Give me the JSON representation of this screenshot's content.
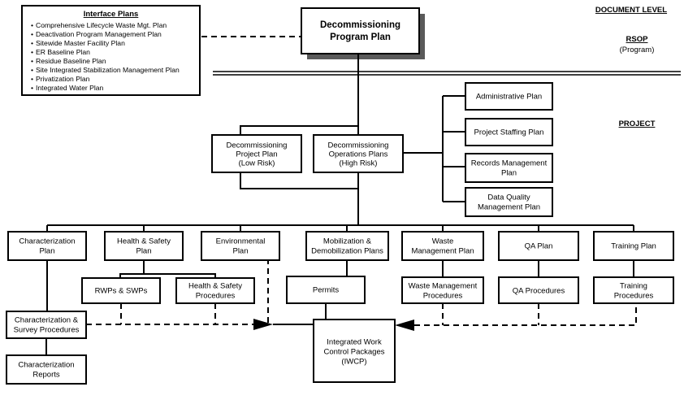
{
  "diagram": {
    "title": "Decommissioning Program Plan Hierarchy",
    "background": "#ffffff",
    "line_color": "#000000",
    "shadow_color": "#5a5a5a"
  },
  "interface_panel": {
    "heading": "Interface Plans",
    "bullet_glyph": "•",
    "items": [
      "Comprehensive Lifecycle Waste Mgt. Plan",
      "Deactivation Program Management Plan",
      "Sitewide Master Facility Plan",
      "ER Baseline Plan",
      "Residue Baseline Plan",
      "Site Integrated Stabilization Management Plan",
      "Privatization Plan",
      "Integrated Water Plan"
    ]
  },
  "level_labels": {
    "document_level": "DOCUMENT LEVEL",
    "rsop": "RSOP",
    "rsop_sub": "(Program)",
    "project": "PROJECT"
  },
  "nodes": {
    "program_plan": {
      "line1": "Decommissioning",
      "line2": "Program Plan"
    },
    "project_plan": {
      "line1": "Decommissioning",
      "line2": "Project Plan",
      "line3": "(Low Risk)"
    },
    "operations_plans": {
      "line1": "Decommissioning",
      "line2": "Operations Plans",
      "line3": "(High Risk)"
    },
    "administrative_plan": {
      "line1": "Administrative Plan"
    },
    "project_staffing_plan": {
      "line1": "Project Staffing Plan"
    },
    "records_management_plan": {
      "line1": "Records Management",
      "line2": "Plan"
    },
    "data_quality_plan": {
      "line1": "Data Quality",
      "line2": "Management Plan"
    },
    "characterization_plan": {
      "line1": "Characterization",
      "line2": "Plan"
    },
    "health_safety_plan": {
      "line1": "Health & Safety",
      "line2": "Plan"
    },
    "environmental_plan": {
      "line1": "Environmental",
      "line2": "Plan"
    },
    "mobilization_plans": {
      "line1": "Mobilization &",
      "line2": "Demobilization Plans"
    },
    "waste_management_plan": {
      "line1": "Waste",
      "line2": "Management Plan"
    },
    "qa_plan": {
      "line1": "QA Plan"
    },
    "training_plan": {
      "line1": "Training Plan"
    },
    "rwps_swps": {
      "line1": "RWPs & SWPs"
    },
    "health_safety_procedures": {
      "line1": "Health & Safety",
      "line2": "Procedures"
    },
    "permits": {
      "line1": "Permits"
    },
    "waste_management_procedures": {
      "line1": "Waste Management",
      "line2": "Procedures"
    },
    "qa_procedures": {
      "line1": "QA Procedures"
    },
    "training_procedures": {
      "line1": "Training",
      "line2": "Procedures"
    },
    "characterization_survey_procedures": {
      "line1": "Characterization &",
      "line2": "Survey Procedures"
    },
    "characterization_reports": {
      "line1": "Characterization",
      "line2": "Reports"
    },
    "iwcp": {
      "line1": "Integrated Work",
      "line2": "Control Packages",
      "line3": "(IWCP)"
    }
  }
}
